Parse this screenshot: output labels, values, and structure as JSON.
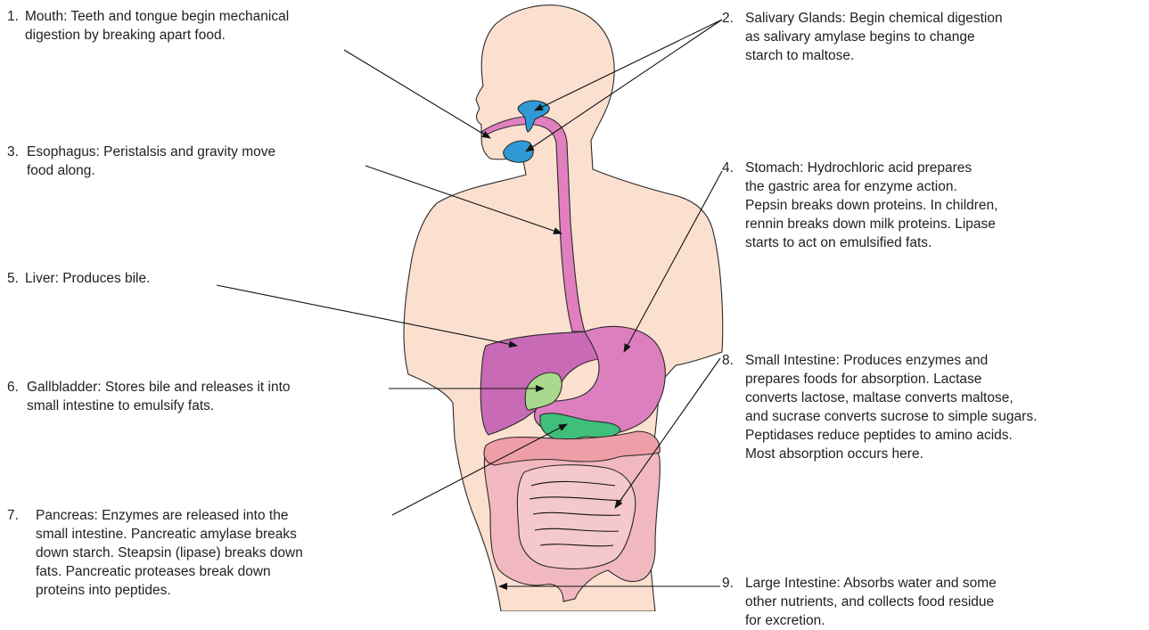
{
  "colors": {
    "body": "#fbe0cf",
    "outline": "#2a2a2a",
    "salivary": "#2f9ad6",
    "esophagus": "#e27fc0",
    "liver": "#c96ab6",
    "stomach": "#dd7fbf",
    "gallbladder": "#a9d98c",
    "pancreas": "#3fbf7a",
    "large_intestine": "#f2b8c0",
    "small_intestine": "#f5c8cc",
    "colon_top": "#ee9ea6"
  },
  "labels": [
    {
      "num": "1.",
      "text": "Mouth: Teeth and tongue begin mechanical\ndigestion by breaking apart food."
    },
    {
      "num": "2.",
      "text": "Salivary Glands: Begin chemical digestion\nas salivary amylase begins to change\nstarch to maltose."
    },
    {
      "num": "3.",
      "text": "Esophagus: Peristalsis and gravity move\nfood along."
    },
    {
      "num": "4.",
      "text": "Stomach: Hydrochloric acid prepares\nthe gastric area for enzyme action.\nPepsin breaks down proteins. In children,\nrennin breaks down milk proteins. Lipase\nstarts to act on emulsified fats."
    },
    {
      "num": "5.",
      "text": "Liver: Produces bile."
    },
    {
      "num": "6.",
      "text": "Gallbladder: Stores bile and releases it into\nsmall intestine to emulsify fats."
    },
    {
      "num": "7.",
      "text": "Pancreas: Enzymes are released into the\nsmall intestine. Pancreatic amylase breaks\ndown starch. Steapsin (lipase) breaks down\nfats. Pancreatic proteases break down\nproteins into peptides."
    },
    {
      "num": "8.",
      "text": "Small Intestine: Produces enzymes and\nprepares foods for absorption. Lactase\nconverts lactose, maltase converts maltose,\nand sucrase converts sucrose to simple sugars.\nPeptidases reduce peptides to amino acids.\nMost absorption occurs here."
    },
    {
      "num": "9.",
      "text": "Large Intestine: Absorbs water and some\nother nutrients, and collects food residue\nfor excretion."
    }
  ]
}
